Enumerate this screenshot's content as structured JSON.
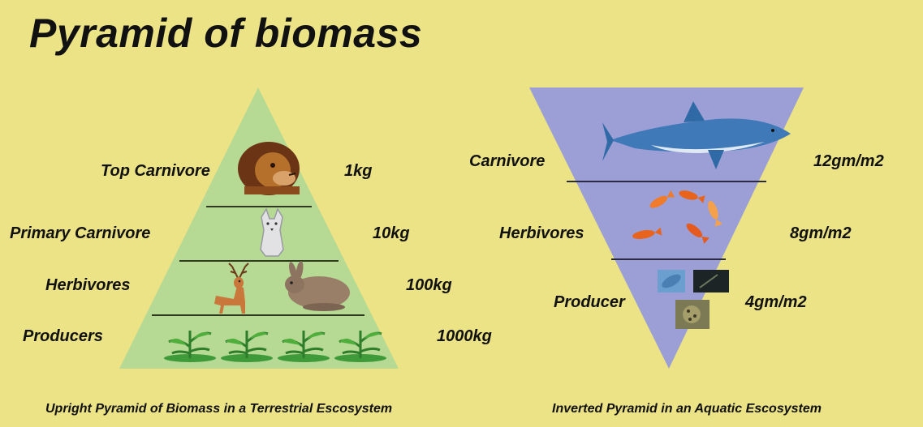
{
  "title": "Pyramid of biomass",
  "terrestrial": {
    "levels": [
      {
        "label": "Top Carnivore",
        "mass": "1kg"
      },
      {
        "label": "Primary Carnivore",
        "mass": "10kg"
      },
      {
        "label": "Herbivores",
        "mass": "100kg"
      },
      {
        "label": "Producers",
        "mass": "1000kg"
      }
    ],
    "caption": "Upright Pyramid of Biomass in a Terrestrial Escosystem",
    "fill_color": "#b6d994",
    "line_color": "#2f3a23"
  },
  "aquatic": {
    "levels": [
      {
        "label": "Carnivore",
        "mass": "12gm/m2"
      },
      {
        "label": "Herbivores",
        "mass": "8gm/m2"
      },
      {
        "label": "Producer",
        "mass": "4gm/m2"
      }
    ],
    "caption": "Inverted Pyramid in an Aquatic Escosystem",
    "fill_color": "#9c9fd6"
  },
  "background_color": "#ebe385",
  "icons": [
    "lion-icon",
    "wolf-icon",
    "deer-icon",
    "rabbit-icon",
    "plant-icon",
    "shark-icon",
    "fish-icon",
    "algae-icon",
    "plankton-icon"
  ]
}
